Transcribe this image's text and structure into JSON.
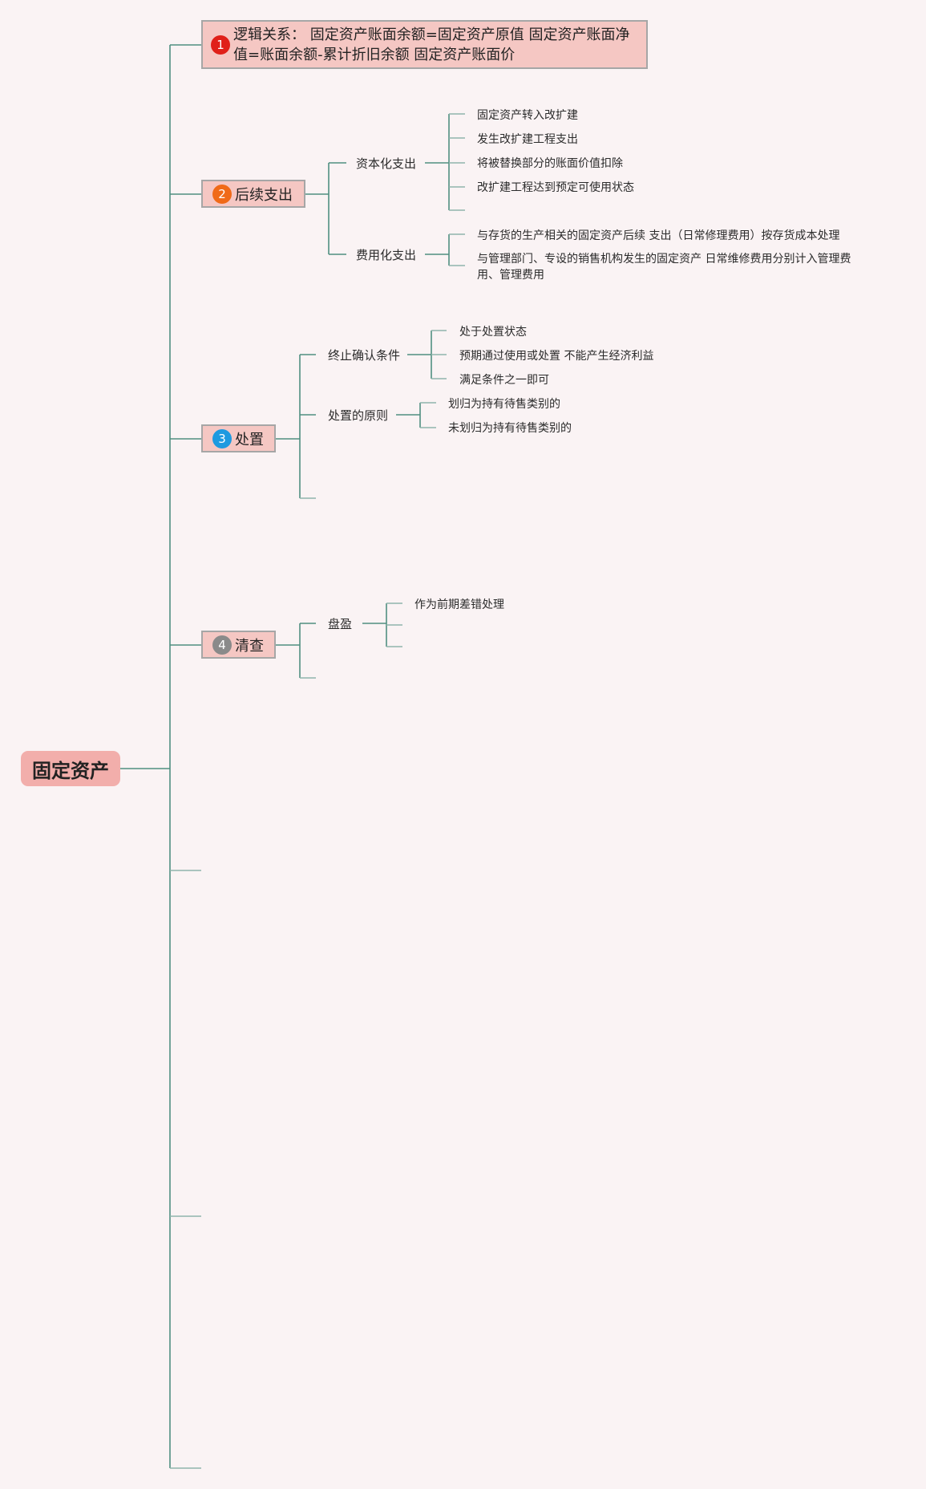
{
  "root": {
    "label": "固定资产"
  },
  "branch1": {
    "badge": "1",
    "badge_color": "#e02019",
    "text": "逻辑关系： 固定资产账面余额=固定资产原值 固定资产账面净值=账面余额-累计折旧余额 固定资产账面价"
  },
  "branch2": {
    "badge": "2",
    "badge_color": "#f06a18",
    "label": "后续支出",
    "children": [
      {
        "label": "资本化支出",
        "items": [
          "固定资产转入改扩建",
          "发生改扩建工程支出",
          "将被替换部分的账面价值扣除",
          "改扩建工程达到预定可使用状态"
        ]
      },
      {
        "label": "费用化支出",
        "items": [
          "与存货的生产相关的固定资产后续 支出（日常修理费用）按存货成本处理",
          "与管理部门、专设的销售机构发生的固定资产 日常维修费用分别计入管理费用、管理费用"
        ]
      }
    ]
  },
  "branch3": {
    "badge": "3",
    "badge_color": "#1e9ae0",
    "label": "处置",
    "children": [
      {
        "label": "终止确认条件",
        "items": [
          "处于处置状态",
          "预期通过使用或处置 不能产生经济利益",
          "满足条件之一即可"
        ]
      },
      {
        "label": "处置的原则",
        "items": [
          "划归为持有待售类别的",
          "未划归为持有待售类别的"
        ]
      }
    ]
  },
  "branch4": {
    "badge": "4",
    "badge_color": "#8a8a8a",
    "label": "清查",
    "children": [
      {
        "label": "盘盈",
        "items": [
          "作为前期差错处理"
        ]
      }
    ]
  },
  "colors": {
    "background": "#faf3f4",
    "root_fill": "#f2aeab",
    "box_fill": "#f5c7c3",
    "connector": "#4f8f80"
  }
}
